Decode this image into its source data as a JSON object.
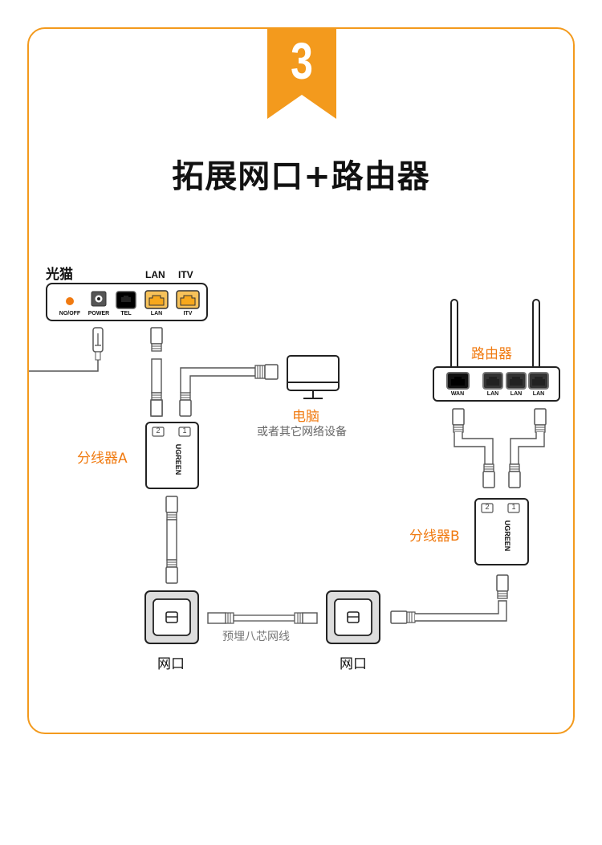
{
  "step_number": "3",
  "title": "拓展网口+路由器",
  "colors": {
    "accent": "#f39a1d",
    "label_orange": "#f07a10",
    "port_yellow": "#f7b731"
  },
  "modem": {
    "label": "光猫",
    "top_port_labels": [
      "LAN",
      "ITV"
    ],
    "ports": [
      {
        "name": "NO/OFF",
        "type": "indicator-dot"
      },
      {
        "name": "POWER",
        "type": "power-jack"
      },
      {
        "name": "TEL",
        "type": "rj11"
      },
      {
        "name": "LAN",
        "type": "rj45-highlighted"
      },
      {
        "name": "ITV",
        "type": "rj45-highlighted"
      }
    ]
  },
  "router": {
    "label": "路由器",
    "ports": [
      "WAN",
      "LAN",
      "LAN",
      "LAN"
    ]
  },
  "computer": {
    "label": "电脑",
    "sublabel": "或者其它网络设备"
  },
  "splitter_a": {
    "label": "分线器A",
    "brand": "UGREEN",
    "ports": [
      "2",
      "1"
    ]
  },
  "splitter_b": {
    "label": "分线器B",
    "brand": "UGREEN",
    "ports": [
      "2",
      "1"
    ]
  },
  "wall_sockets": [
    {
      "label": "网口"
    },
    {
      "label": "网口"
    }
  ],
  "embedded_cable_label": "预埋八芯网线"
}
